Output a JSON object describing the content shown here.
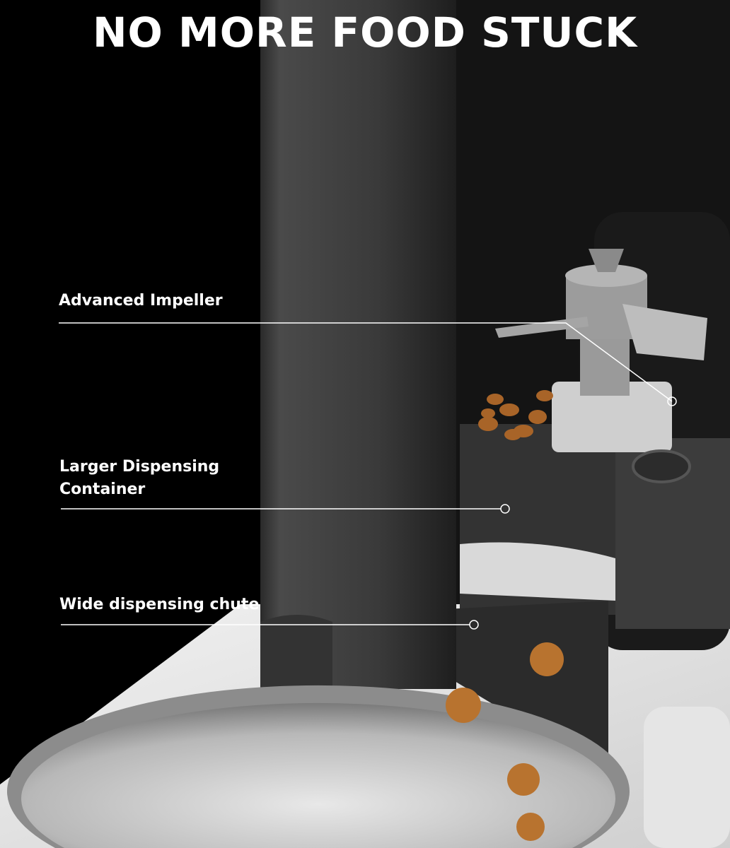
{
  "title": "NO MORE FOOD STUCK",
  "callouts": [
    {
      "label": "Advanced Impeller"
    },
    {
      "label": "Larger Dispensing Container"
    },
    {
      "label": "Wide dispensing chute"
    }
  ],
  "colors": {
    "background": "#000000",
    "text": "#ffffff",
    "hopper": "#3a3a3a",
    "kibble": "#b06a2c",
    "bowl": "#c9c9c9"
  }
}
